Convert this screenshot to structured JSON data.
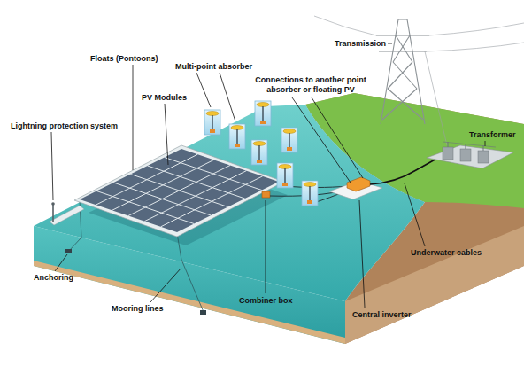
{
  "diagram": {
    "labels": [
      "Transmission",
      "Floats (Pontoons)",
      "Multi-point absorber",
      "Connections to another point absorber or floating PV",
      "PV Modules",
      "Transformer",
      "Lightning protection system",
      "Anchoring",
      "Combiner box",
      "Mooring lines",
      "Central inverter",
      "Underwater cables"
    ]
  }
}
